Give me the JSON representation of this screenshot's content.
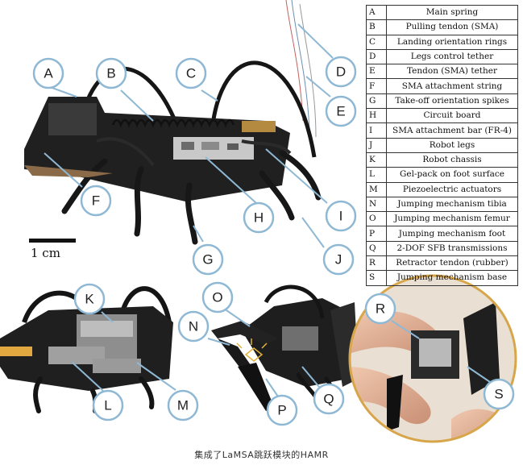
{
  "legend": [
    {
      "key": "A",
      "label": "Main spring"
    },
    {
      "key": "B",
      "label": "Pulling tendon (SMA)"
    },
    {
      "key": "C",
      "label": "Landing orientation rings"
    },
    {
      "key": "D",
      "label": "Legs control tether"
    },
    {
      "key": "E",
      "label": "Tendon (SMA) tether"
    },
    {
      "key": "F",
      "label": "SMA attachment string"
    },
    {
      "key": "G",
      "label": "Take-off orientation spikes"
    },
    {
      "key": "H",
      "label": "Circuit board"
    },
    {
      "key": "I",
      "label": "SMA attachment bar (FR-4)"
    },
    {
      "key": "J",
      "label": "Robot legs"
    },
    {
      "key": "K",
      "label": "Robot chassis"
    },
    {
      "key": "L",
      "label": "Gel-pack on foot surface"
    },
    {
      "key": "M",
      "label": "Piezoelectric actuators"
    },
    {
      "key": "N",
      "label": "Jumping mechanism tibia"
    },
    {
      "key": "O",
      "label": "Jumping mechanism femur"
    },
    {
      "key": "P",
      "label": "Jumping mechanism foot"
    },
    {
      "key": "Q",
      "label": "2-DOF SFB transmissions"
    },
    {
      "key": "R",
      "label": "Retractor tendon (rubber)"
    },
    {
      "key": "S",
      "label": "Jumping mechanism base"
    }
  ],
  "callouts": {
    "A": "A",
    "B": "B",
    "C": "C",
    "D": "D",
    "E": "E",
    "F": "F",
    "G": "G",
    "H": "H",
    "I": "I",
    "J": "J",
    "K": "K",
    "L": "L",
    "M": "M",
    "N": "N",
    "O": "O",
    "P": "P",
    "Q": "Q",
    "R": "R",
    "S": "S"
  },
  "scale_label": "1 cm",
  "caption": "集成了LaMSA跳跃模块的HAMR",
  "colors": {
    "callout_stroke": "#8fb8d4",
    "robot_dark": "#1c1c1c",
    "board": "#cfcfcf",
    "gel": "#e7b04a",
    "skin": "#e3b49a"
  }
}
